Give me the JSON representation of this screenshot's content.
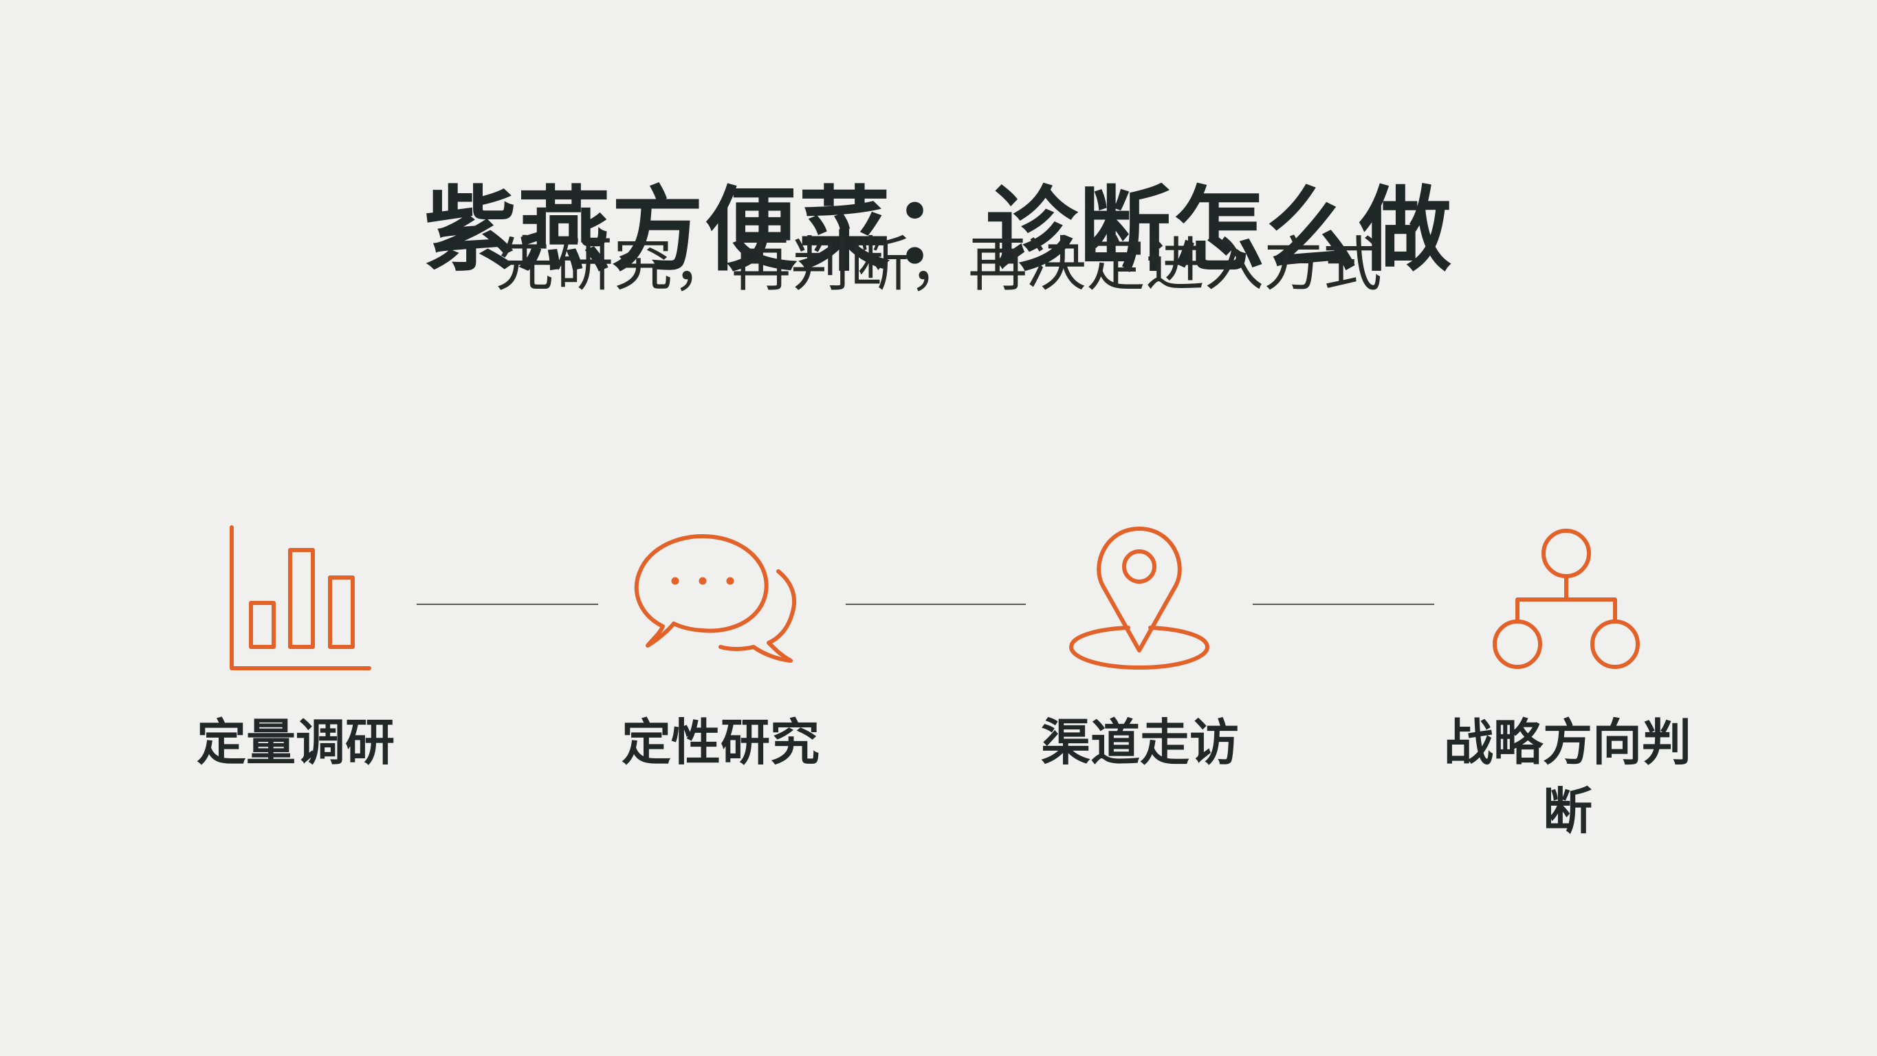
{
  "header": {
    "title": "紫燕方便菜：诊断怎么做",
    "subtitle": "先研究，再判断，再决定进入方式"
  },
  "colors": {
    "accent": "#e2622a",
    "text": "#222827",
    "background": "#f0f0ef",
    "connector": "#555a59"
  },
  "steps": [
    {
      "label": "定量调研",
      "icon": "bar-chart-icon"
    },
    {
      "label": "定性研究",
      "icon": "chat-bubbles-icon"
    },
    {
      "label": "渠道走访",
      "icon": "location-pin-icon"
    },
    {
      "label": "战略方向判断",
      "icon": "hierarchy-icon"
    }
  ]
}
